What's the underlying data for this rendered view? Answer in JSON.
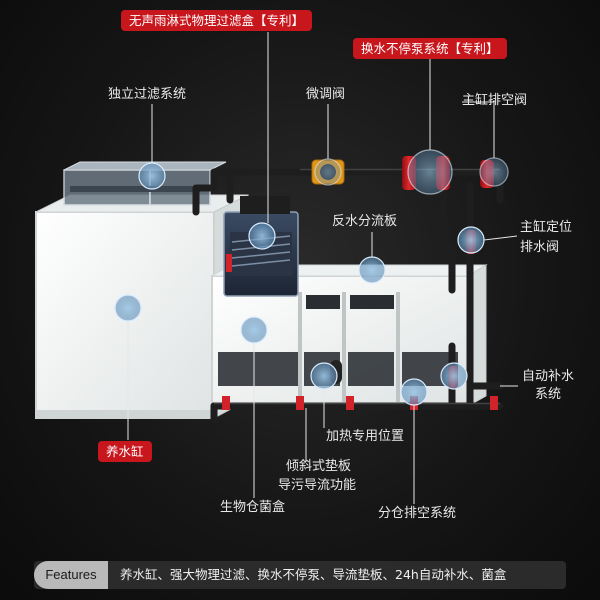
{
  "labels": {
    "patent_filter_box": "无声雨淋式物理过滤盒【专利】",
    "pump_system": "换水不停泵系统【专利】",
    "independent_filter": "独立过滤系统",
    "fine_valve": "微调阀",
    "main_tank_drain_valve": "主缸排空阀",
    "backflow_plate": "反水分流板",
    "main_tank_positioning": "主缸定位",
    "drain_valve": "排水阀",
    "aquarium": "养水缸",
    "auto_refill_line1": "自动补水",
    "auto_refill_line2": "系统",
    "heater_position": "加热专用位置",
    "tilted_plate_line1": "倾斜式垫板",
    "tilted_plate_line2": "导污导流功能",
    "bio_box": "生物仓菌盒",
    "compartment_drain": "分仓排空系统"
  },
  "features": {
    "tag": "Features",
    "text": "养水缸、强大物理过滤、换水不停泵、导流垫板、24h自动补水、菌盒"
  },
  "colors": {
    "accent_red": "#c8161d",
    "pipe": "#1e1e1e",
    "glass": "#f2f4f4"
  }
}
